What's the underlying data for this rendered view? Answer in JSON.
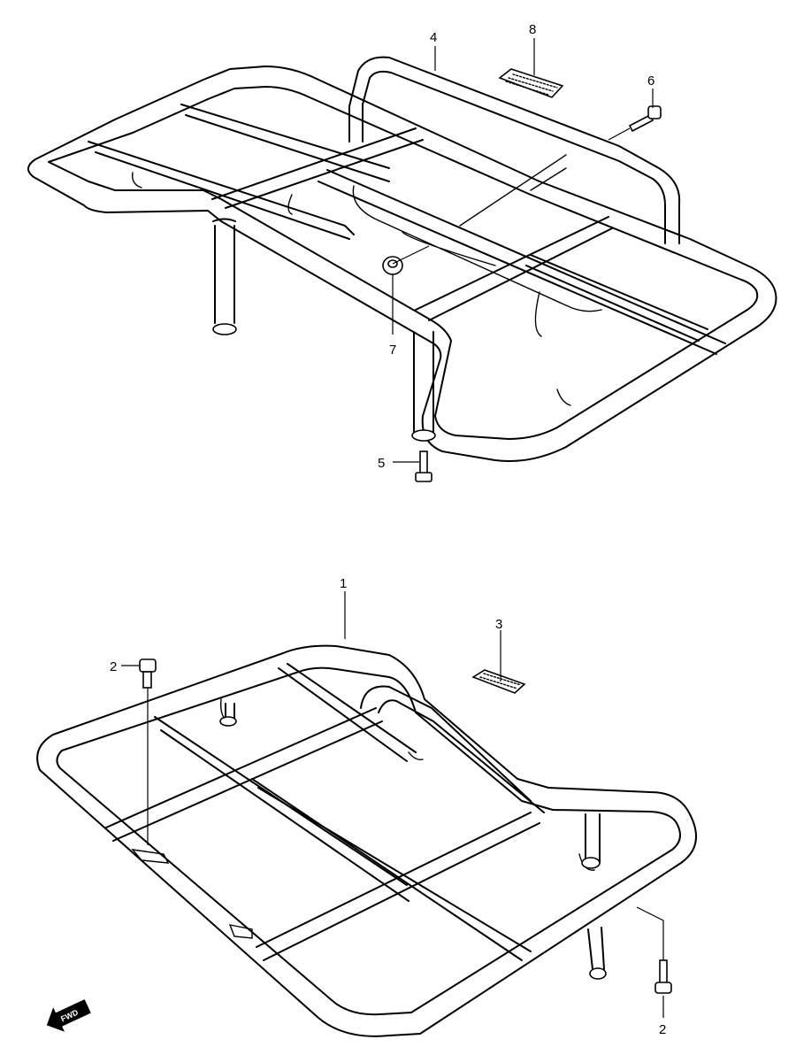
{
  "callouts": {
    "c1": "1",
    "c2a": "2",
    "c2b": "2",
    "c3": "3",
    "c4": "4",
    "c5": "5",
    "c6": "6",
    "c7": "7",
    "c8": "8"
  },
  "fwd_label": "FWD"
}
